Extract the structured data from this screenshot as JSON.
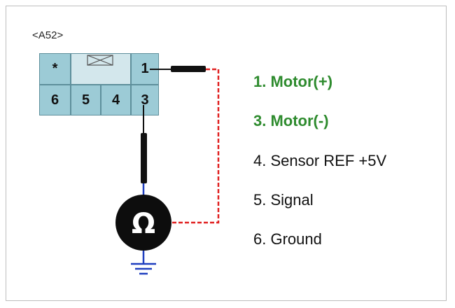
{
  "connector": {
    "id": "<A52>",
    "pins": {
      "star": "*",
      "p1": "1",
      "p3": "3",
      "p4": "4",
      "p5": "5",
      "p6": "6"
    }
  },
  "meter": {
    "symbol": "Ω",
    "icon": "ohmmeter-icon"
  },
  "legend": [
    {
      "text": "1. Motor(+)",
      "color": "#2e8b2e",
      "highlighted": true
    },
    {
      "text": "3. Motor(-)",
      "color": "#2e8b2e",
      "highlighted": true
    },
    {
      "text": "4. Sensor REF +5V",
      "color": "#111111",
      "highlighted": false
    },
    {
      "text": "5. Signal",
      "color": "#111111",
      "highlighted": false
    },
    {
      "text": "6. Ground",
      "color": "#111111",
      "highlighted": false
    }
  ],
  "colors": {
    "probe_red": "#e02020",
    "probe_black": "#111111",
    "ground_blue": "#1f3fbf",
    "pin_fill": "#9ccbd6"
  }
}
